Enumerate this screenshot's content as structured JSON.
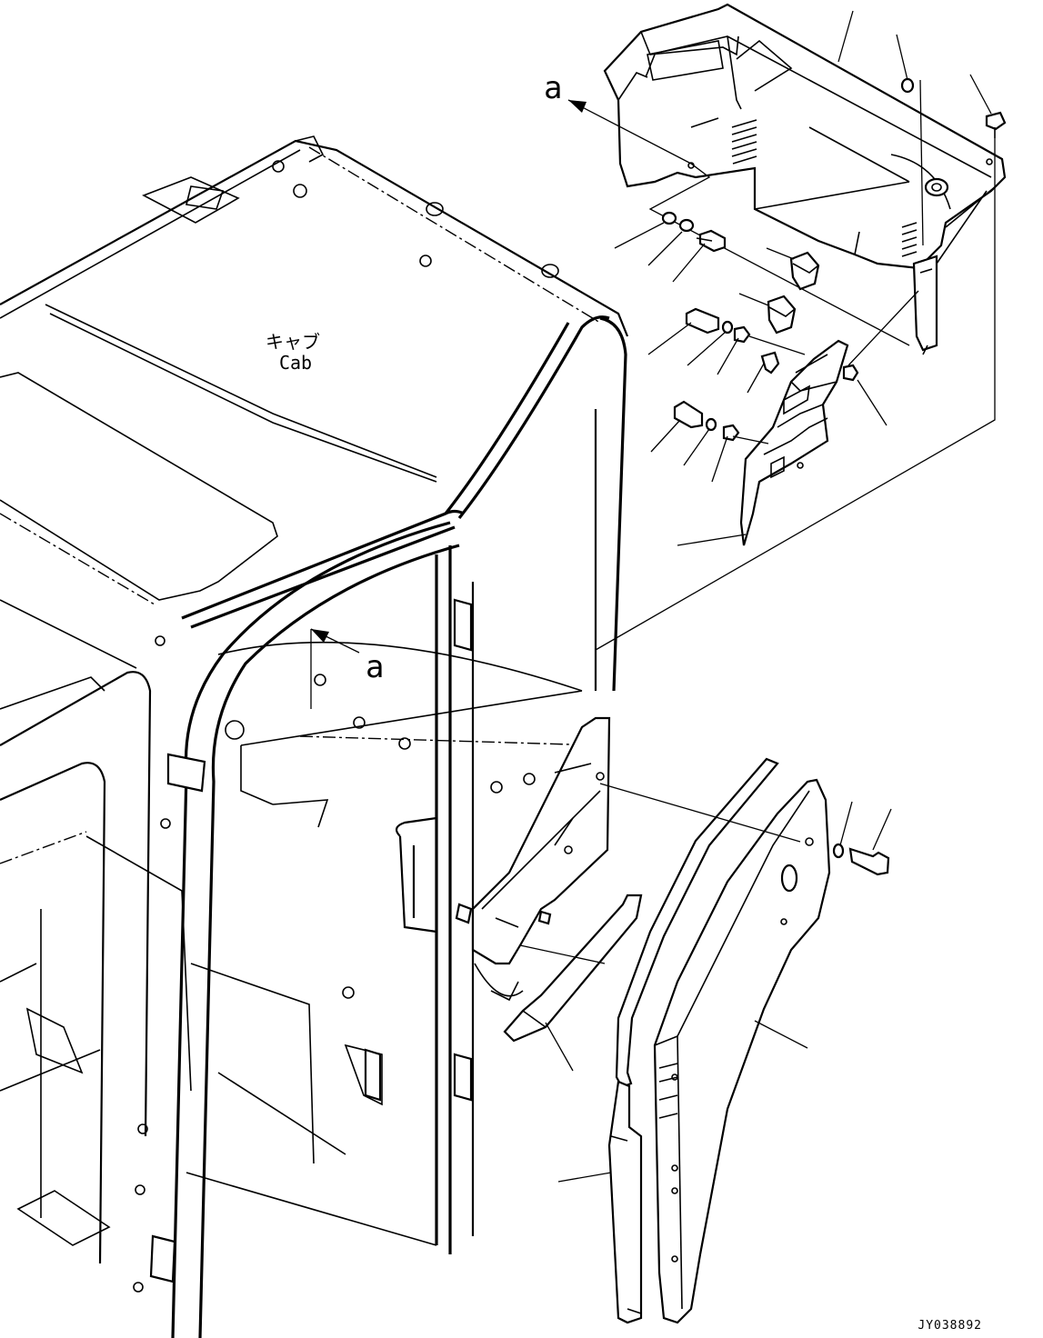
{
  "cab_label_jp": "キャブ",
  "cab_label_en": "Cab",
  "view_marker_top": "a",
  "view_marker_mid": "a",
  "drawing_number": "JY038892",
  "line_color": "#000000",
  "background_color": "#ffffff"
}
